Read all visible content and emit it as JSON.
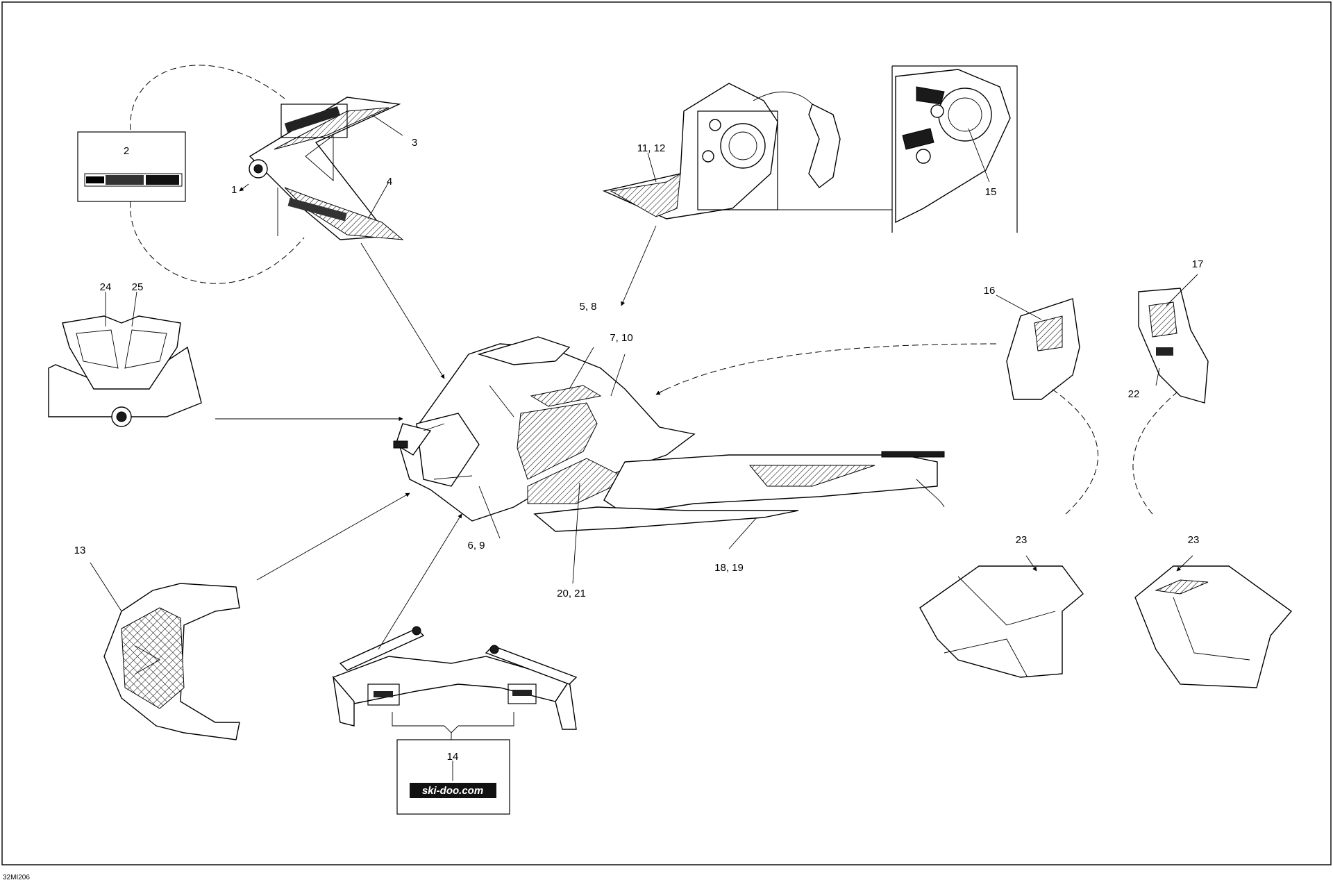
{
  "drawing": {
    "code": "32MI206",
    "callouts": {
      "c1": "1",
      "c2": "2",
      "c3": "3",
      "c4": "4",
      "c5_8": "5, 8",
      "c7_10": "7, 10",
      "c6_9": "6, 9",
      "c11_12": "11, 12",
      "c13": "13",
      "c14": "14",
      "c15": "15",
      "c16": "16",
      "c17": "17",
      "c18_19": "18, 19",
      "c20_21": "20, 21",
      "c22": "22",
      "c23a": "23",
      "c23b": "23",
      "c24": "24",
      "c25": "25"
    },
    "decals": {
      "brand_url": "ski-doo.com"
    }
  }
}
